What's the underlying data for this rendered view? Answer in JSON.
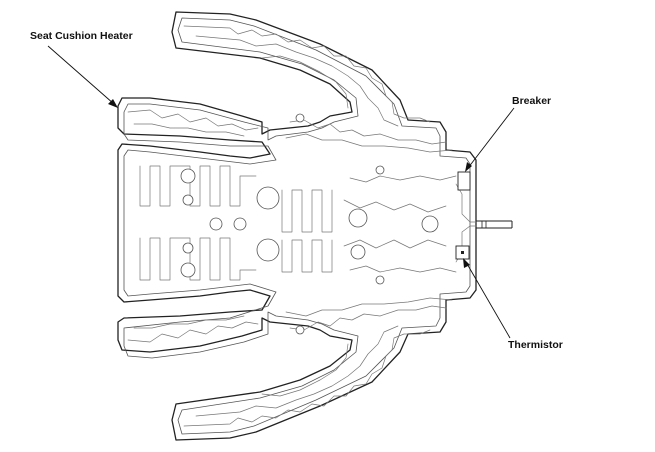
{
  "labels": {
    "seat_cushion_heater": "Seat Cushion Heater",
    "breaker": "Breaker",
    "thermistor": "Thermistor"
  },
  "colors": {
    "line": "#222222",
    "background": "#ffffff"
  }
}
